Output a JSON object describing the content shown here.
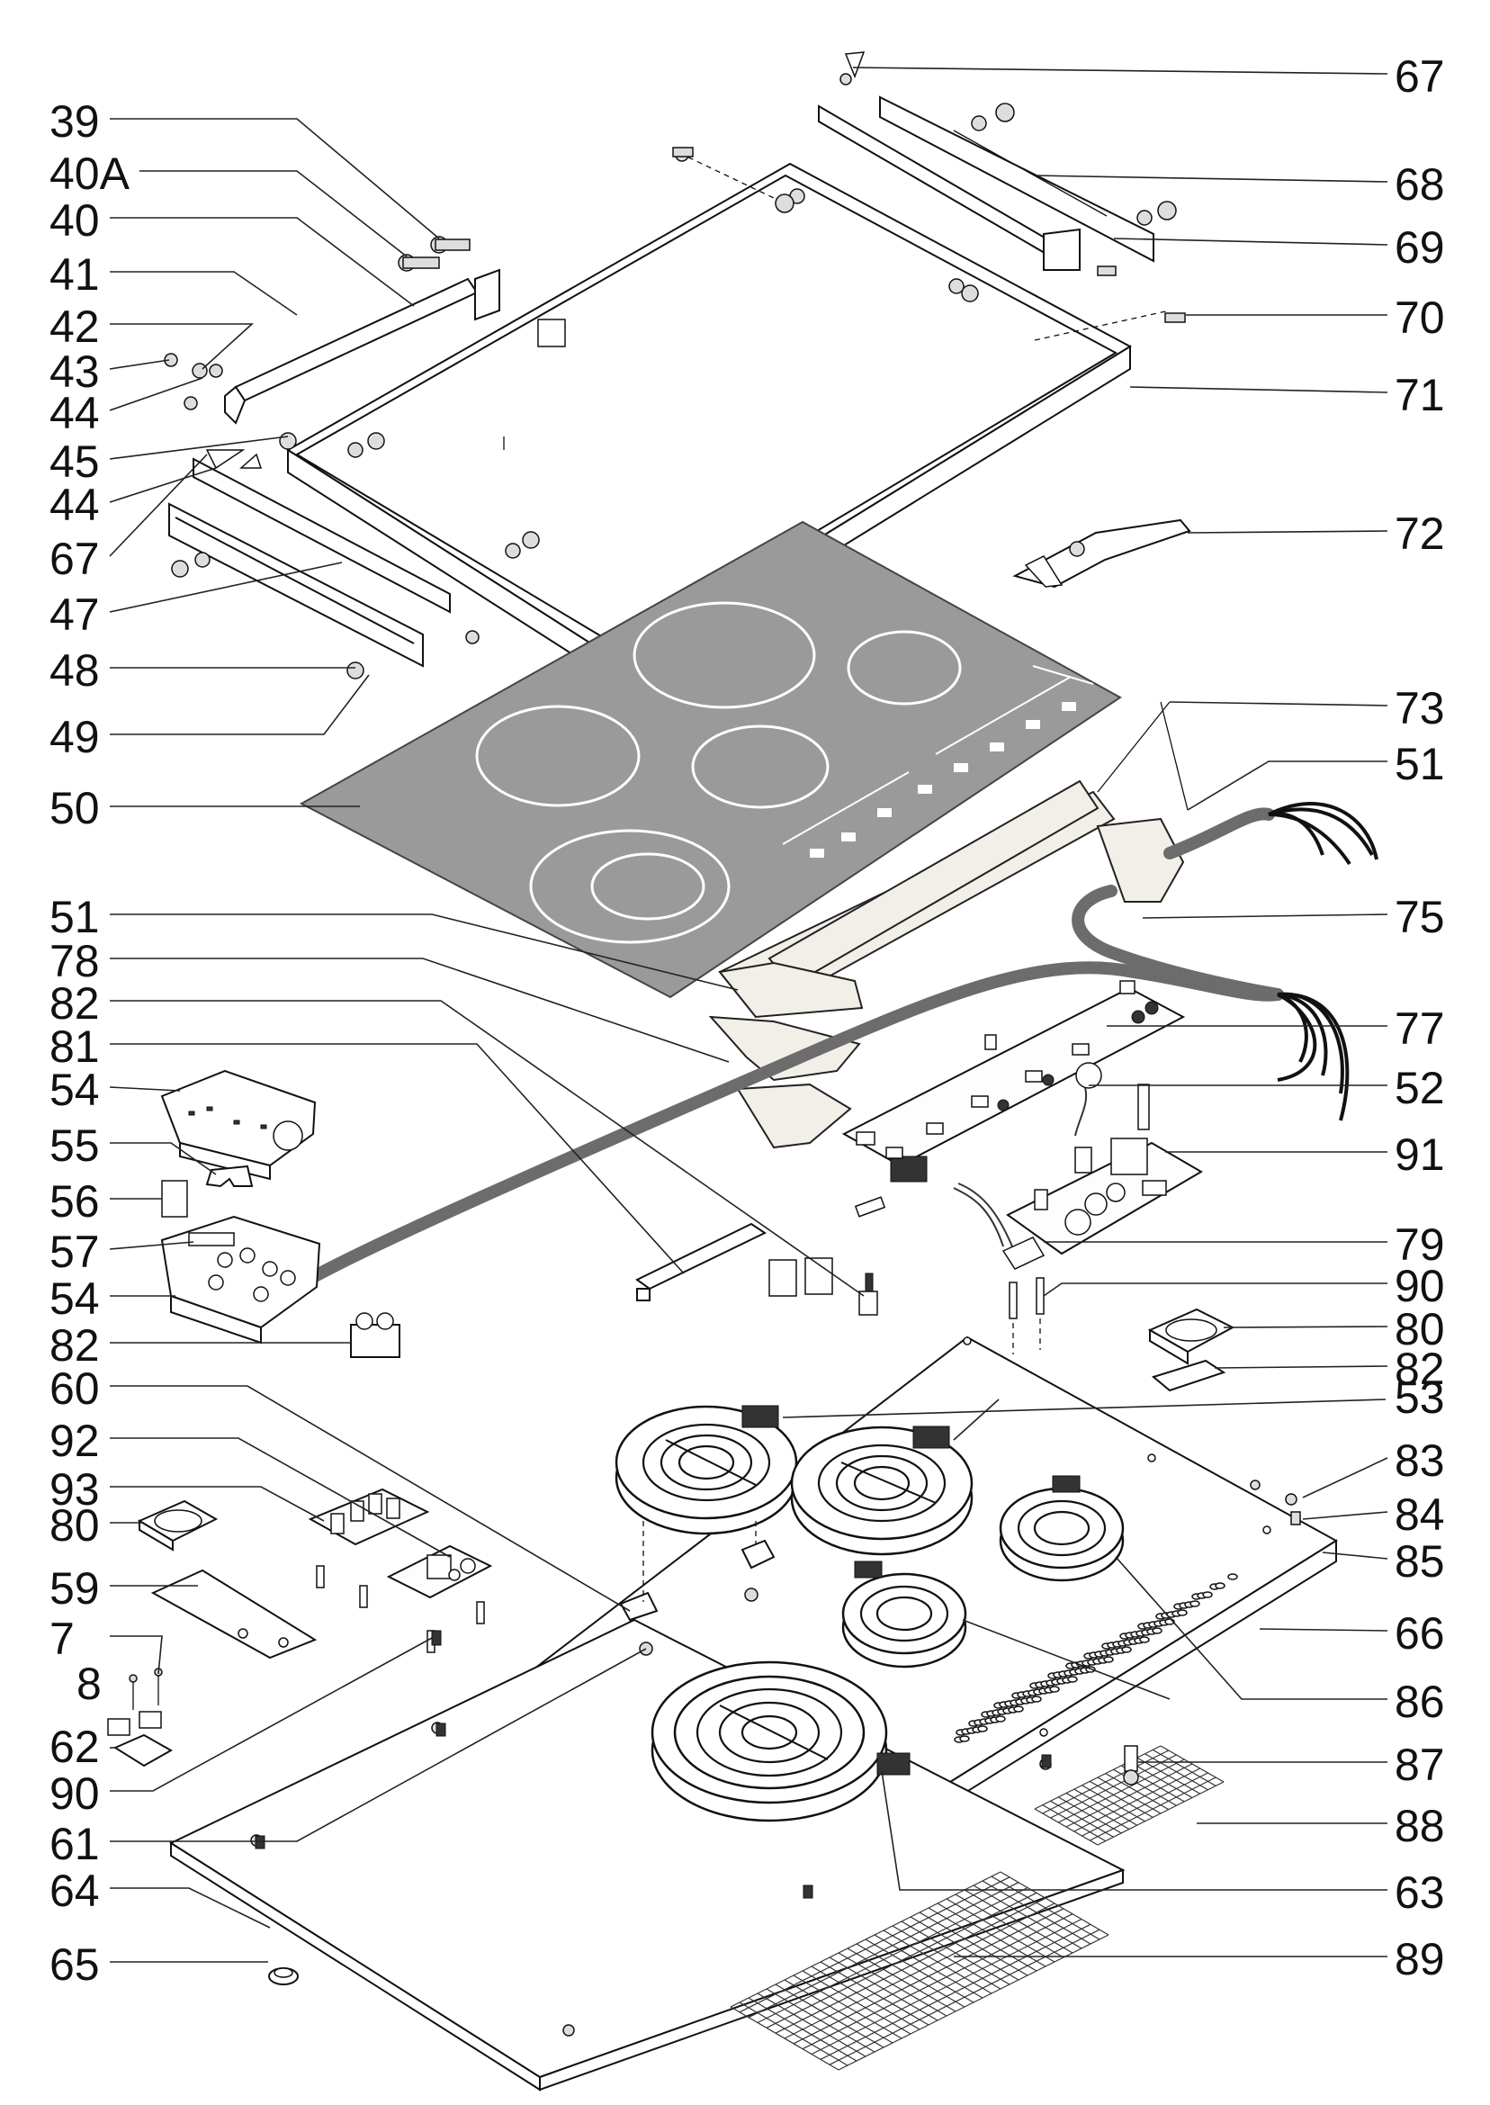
{
  "labels_left": [
    {
      "id": "39",
      "text": "39"
    },
    {
      "id": "40A",
      "text": "40A"
    },
    {
      "id": "40",
      "text": "40"
    },
    {
      "id": "41",
      "text": "41"
    },
    {
      "id": "42",
      "text": "42"
    },
    {
      "id": "43",
      "text": "43"
    },
    {
      "id": "44a",
      "text": "44"
    },
    {
      "id": "45",
      "text": "45"
    },
    {
      "id": "44b",
      "text": "44"
    },
    {
      "id": "67b",
      "text": "67"
    },
    {
      "id": "47",
      "text": "47"
    },
    {
      "id": "48",
      "text": "48"
    },
    {
      "id": "49",
      "text": "49"
    },
    {
      "id": "50",
      "text": "50"
    },
    {
      "id": "51b",
      "text": "51"
    },
    {
      "id": "78",
      "text": "78"
    },
    {
      "id": "82a",
      "text": "82"
    },
    {
      "id": "81",
      "text": "81"
    },
    {
      "id": "54a",
      "text": "54"
    },
    {
      "id": "55",
      "text": "55"
    },
    {
      "id": "56",
      "text": "56"
    },
    {
      "id": "57",
      "text": "57"
    },
    {
      "id": "54b",
      "text": "54"
    },
    {
      "id": "82b",
      "text": "82"
    },
    {
      "id": "60",
      "text": "60"
    },
    {
      "id": "92",
      "text": "92"
    },
    {
      "id": "93",
      "text": "93"
    },
    {
      "id": "80b",
      "text": "80"
    },
    {
      "id": "59",
      "text": "59"
    },
    {
      "id": "7",
      "text": "7"
    },
    {
      "id": "8",
      "text": "8"
    },
    {
      "id": "62",
      "text": "62"
    },
    {
      "id": "90b",
      "text": "90"
    },
    {
      "id": "61",
      "text": "61"
    },
    {
      "id": "64",
      "text": "64"
    },
    {
      "id": "65",
      "text": "65"
    }
  ],
  "labels_right": [
    {
      "id": "67a",
      "text": "67"
    },
    {
      "id": "68",
      "text": "68"
    },
    {
      "id": "69",
      "text": "69"
    },
    {
      "id": "70",
      "text": "70"
    },
    {
      "id": "71",
      "text": "71"
    },
    {
      "id": "72",
      "text": "72"
    },
    {
      "id": "73",
      "text": "73"
    },
    {
      "id": "51a",
      "text": "51"
    },
    {
      "id": "75",
      "text": "75"
    },
    {
      "id": "77",
      "text": "77"
    },
    {
      "id": "52",
      "text": "52"
    },
    {
      "id": "91",
      "text": "91"
    },
    {
      "id": "79",
      "text": "79"
    },
    {
      "id": "90a",
      "text": "90"
    },
    {
      "id": "80a",
      "text": "80"
    },
    {
      "id": "82c",
      "text": "82"
    },
    {
      "id": "53",
      "text": "53"
    },
    {
      "id": "83",
      "text": "83"
    },
    {
      "id": "84",
      "text": "84"
    },
    {
      "id": "85",
      "text": "85"
    },
    {
      "id": "66",
      "text": "66"
    },
    {
      "id": "86",
      "text": "86"
    },
    {
      "id": "87",
      "text": "87"
    },
    {
      "id": "88",
      "text": "88"
    },
    {
      "id": "63",
      "text": "63"
    },
    {
      "id": "89",
      "text": "89"
    }
  ],
  "colors": {
    "glass": "#9a9a9a",
    "cable": "#6c6c6c",
    "foam": "#f2efe8",
    "line": "#111111"
  }
}
